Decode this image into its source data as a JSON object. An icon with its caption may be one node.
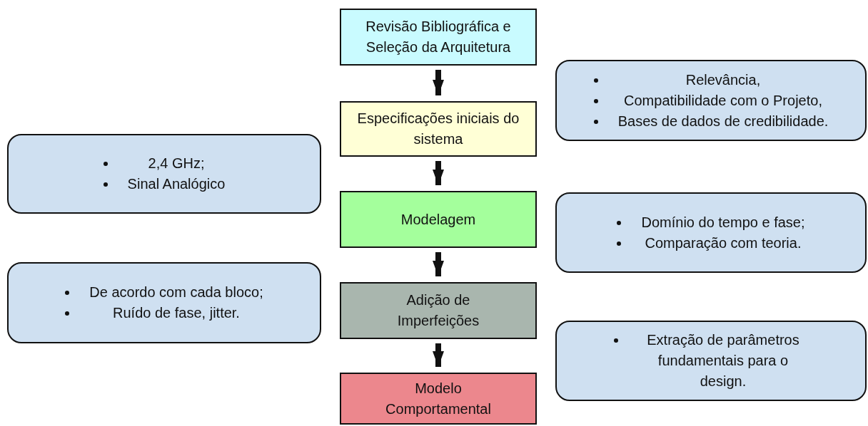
{
  "diagram": {
    "nodes": [
      {
        "text": [
          "Revisão Bibliográfica e Seleção da Arquitetura"
        ]
      },
      {
        "text": [
          "Especificações iniciais do sistema"
        ]
      },
      {
        "text": [
          "Modelagem"
        ]
      },
      {
        "text": [
          "Adição de Imperfeições"
        ]
      },
      {
        "text": [
          "Modelo Comportamental"
        ]
      },
      {
        "text": [
          "Relevância,",
          "Compatibilidade com o Projeto,",
          "Bases de dados de credibilidade."
        ]
      },
      {
        "text": [
          "2,4 GHz;",
          "Sinal Analógico"
        ]
      },
      {
        "text": [
          "Domínio do tempo e fase;",
          "Comparação com teoria."
        ]
      },
      {
        "text": [
          "De acordo com cada bloco;",
          "Ruído de fase, jitter."
        ]
      },
      {
        "text": [
          "Extração de parâmetros fundamentais para o design."
        ]
      }
    ],
    "edges": [
      {
        "from": 0,
        "to": 1,
        "arrow": "to"
      },
      {
        "from": 1,
        "to": 2,
        "arrow": "to"
      },
      {
        "from": 2,
        "to": 3,
        "arrow": "to"
      },
      {
        "from": 3,
        "to": 4,
        "arrow": "to"
      }
    ]
  }
}
